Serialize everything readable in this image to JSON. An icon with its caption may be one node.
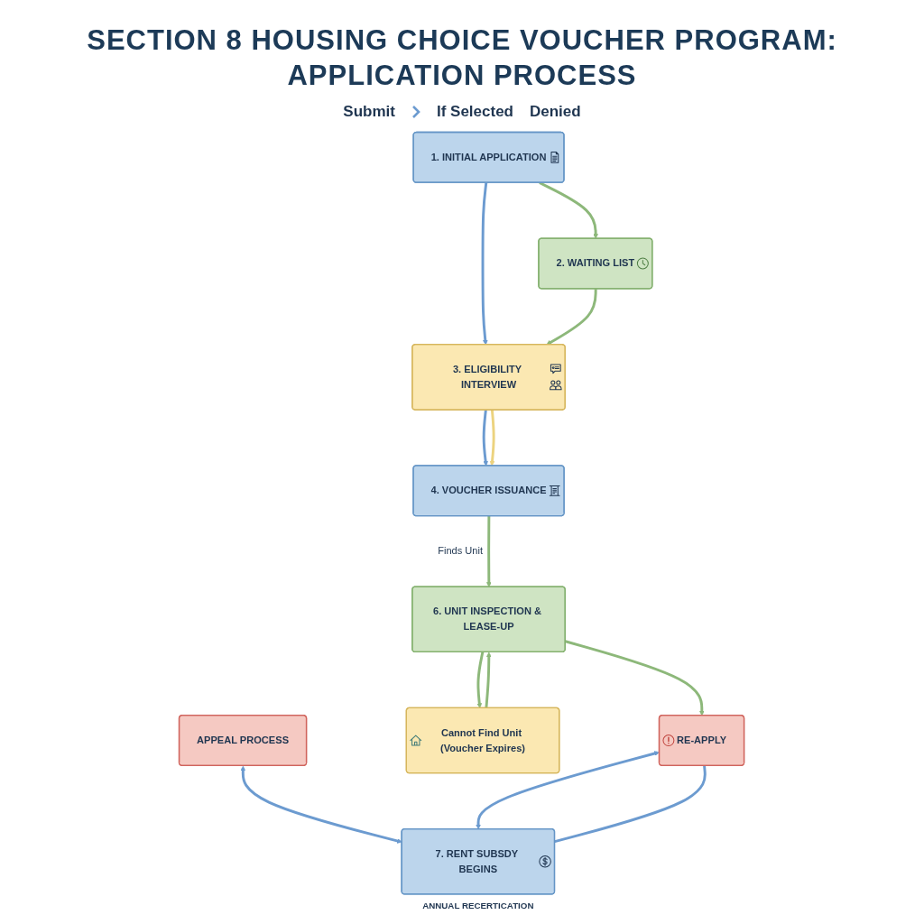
{
  "diagram": {
    "title": "SECTION 8 HOUSING CHOICE VOUCHER PROGRAM: APPLICATION PROCESS",
    "nodes": [
      {
        "text": [
          "1. INITIAL APPLICATION"
        ]
      },
      {
        "text": [
          "2. WAITING LIST"
        ]
      },
      {
        "text": [
          "3. ELIGIBILITY INTERVIEW"
        ]
      },
      {
        "text": [
          "4. VOUCHER ISSUANCE"
        ]
      },
      {
        "text": [
          "APPEAL PROCESS"
        ]
      },
      {
        "text": [
          "6. UNIT INSPECTION & LEASE-UP"
        ]
      },
      {
        "text": [
          "Cannot Find Unit (Voucher Expires)"
        ]
      },
      {
        "text": [
          "RE-APPLY"
        ]
      },
      {
        "text": [
          "7. RENT SUBSDY BEGINS"
        ],
        "beside": [
          "ANNUAL RECERTICATION"
        ]
      }
    ],
    "edges": [
      {
        "from": 0,
        "to": 1,
        "arrow": "to"
      },
      {
        "from": 0,
        "to": 2,
        "arrow": "to",
        "color": "#6c9bd0"
      },
      {
        "from": 1,
        "to": 2,
        "arrow": "to"
      },
      {
        "from": 2,
        "to": 3,
        "arrow": "to",
        "color": "#6c9bd0"
      },
      {
        "from": 2,
        "to": 3,
        "arrow": "to",
        "color": "#ecd37f"
      },
      {
        "from": 3,
        "to": 5,
        "arrow": "to",
        "label": "Finds Unit"
      },
      {
        "from": 4,
        "to": 8,
        "arrow": "both",
        "color": "#6c9bd0"
      },
      {
        "from": 5,
        "to": 6,
        "arrow": "to"
      },
      {
        "from": 5,
        "to": 7,
        "arrow": "to"
      },
      {
        "from": 6,
        "to": 5,
        "arrow": "to"
      },
      {
        "from": 7,
        "to": 8,
        "arrow": "both",
        "color": "#6c9bd0"
      },
      {
        "from": 8,
        "to": 7,
        "arrow": "none",
        "color": "#6c9bd0"
      }
    ],
    "labels": [
      "Submit",
      "If Selected",
      "Denied"
    ]
  }
}
